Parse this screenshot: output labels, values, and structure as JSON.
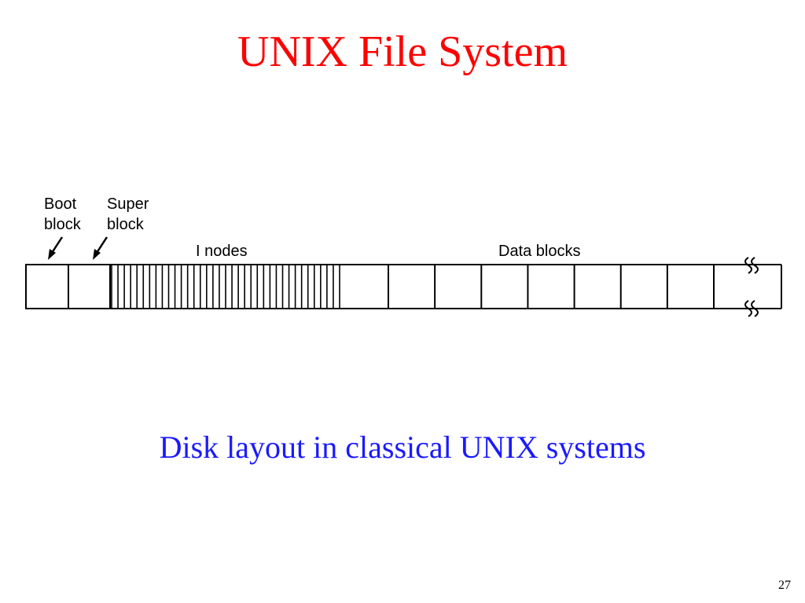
{
  "slide": {
    "title": "UNIX File System",
    "caption": "Disk layout in classical UNIX systems",
    "page_number": "27"
  },
  "diagram": {
    "labels": {
      "boot_block_line1": "Boot",
      "boot_block_line2": "block",
      "super_block_line1": "Super",
      "super_block_line2": "block",
      "inodes": "I nodes",
      "data_blocks": "Data blocks"
    },
    "inode_stripes": 37,
    "data_block_count": 8
  },
  "colors": {
    "title": "#ff0000",
    "caption": "#1a1aff",
    "lines": "#000000",
    "background": "#ffffff"
  }
}
